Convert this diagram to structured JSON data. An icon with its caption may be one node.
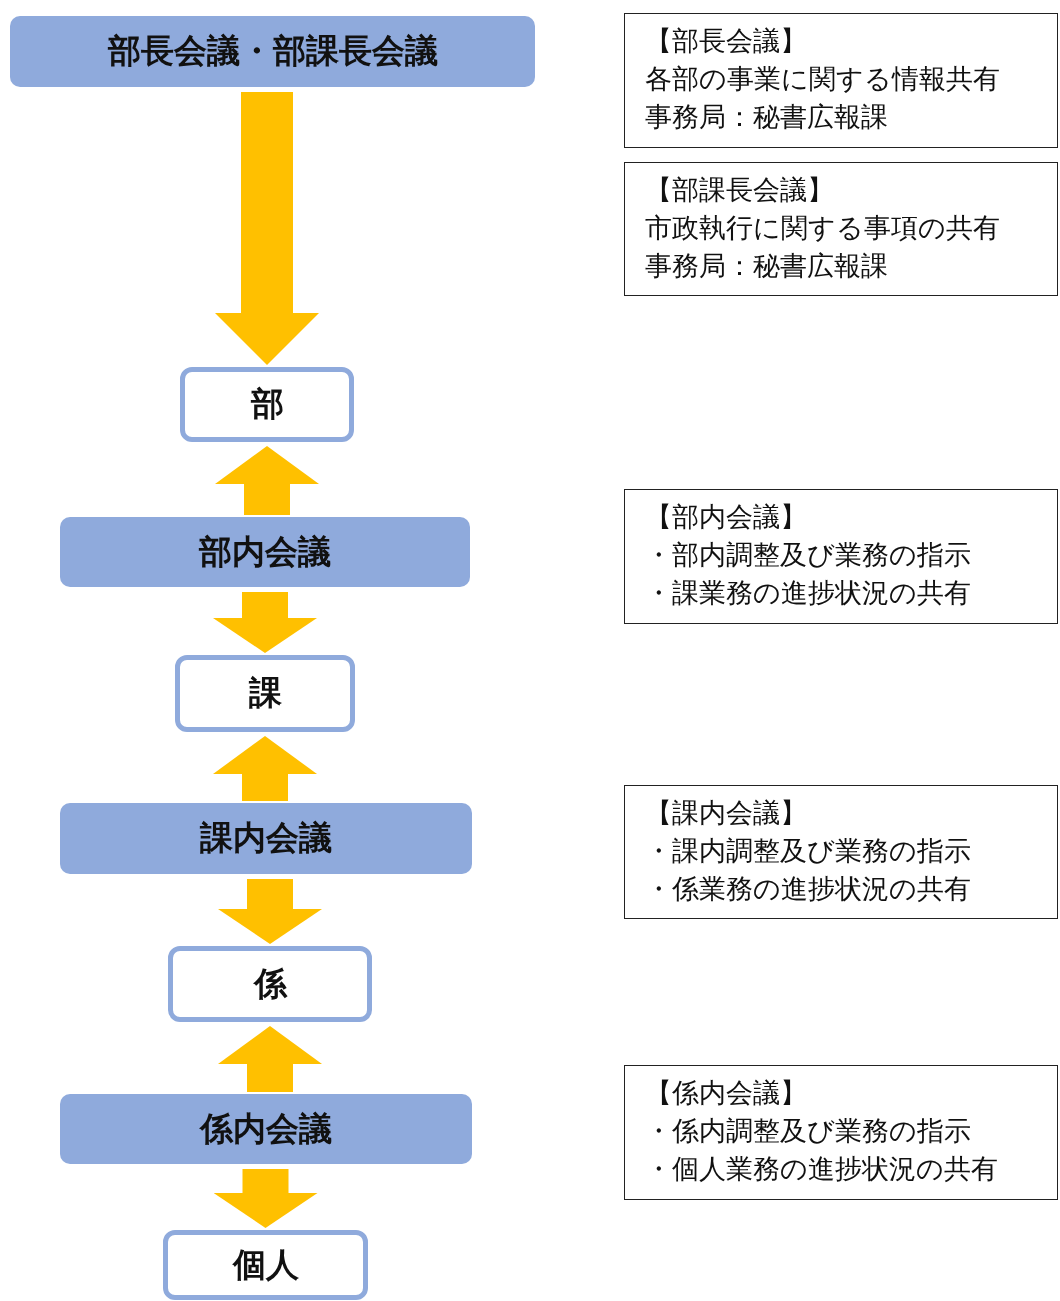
{
  "diagram": {
    "nodes": [
      {
        "text": [
          "部長会議・部課長会議"
        ]
      },
      {
        "text": [
          "部"
        ]
      },
      {
        "text": [
          "部内会議"
        ]
      },
      {
        "text": [
          "課"
        ]
      },
      {
        "text": [
          "課内会議"
        ]
      },
      {
        "text": [
          "係"
        ]
      },
      {
        "text": [
          "係内会議"
        ]
      },
      {
        "text": [
          "個人"
        ]
      },
      {
        "text": [
          "【部長会議】",
          "各部の事業に関する情報共有",
          "事務局：秘書広報課"
        ]
      },
      {
        "text": [
          "【部課長会議】",
          "市政執行に関する事項の共有",
          "事務局：秘書広報課"
        ]
      },
      {
        "text": [
          "【部内会議】",
          "・部内調整及び業務の指示",
          "・課業務の進捗状況の共有"
        ]
      },
      {
        "text": [
          "【課内会議】",
          "・課内調整及び業務の指示",
          "・係業務の進捗状況の共有"
        ]
      },
      {
        "text": [
          "【係内会議】",
          "・係内調整及び業務の指示",
          "・個人業務の進捗状況の共有"
        ]
      }
    ],
    "edges": [
      {
        "from": 0,
        "to": 1,
        "arrow": "to"
      },
      {
        "from": 2,
        "to": 1,
        "arrow": "to"
      },
      {
        "from": 2,
        "to": 3,
        "arrow": "to"
      },
      {
        "from": 4,
        "to": 3,
        "arrow": "to"
      },
      {
        "from": 4,
        "to": 5,
        "arrow": "to"
      },
      {
        "from": 6,
        "to": 5,
        "arrow": "to"
      },
      {
        "from": 6,
        "to": 7,
        "arrow": "to"
      }
    ]
  }
}
